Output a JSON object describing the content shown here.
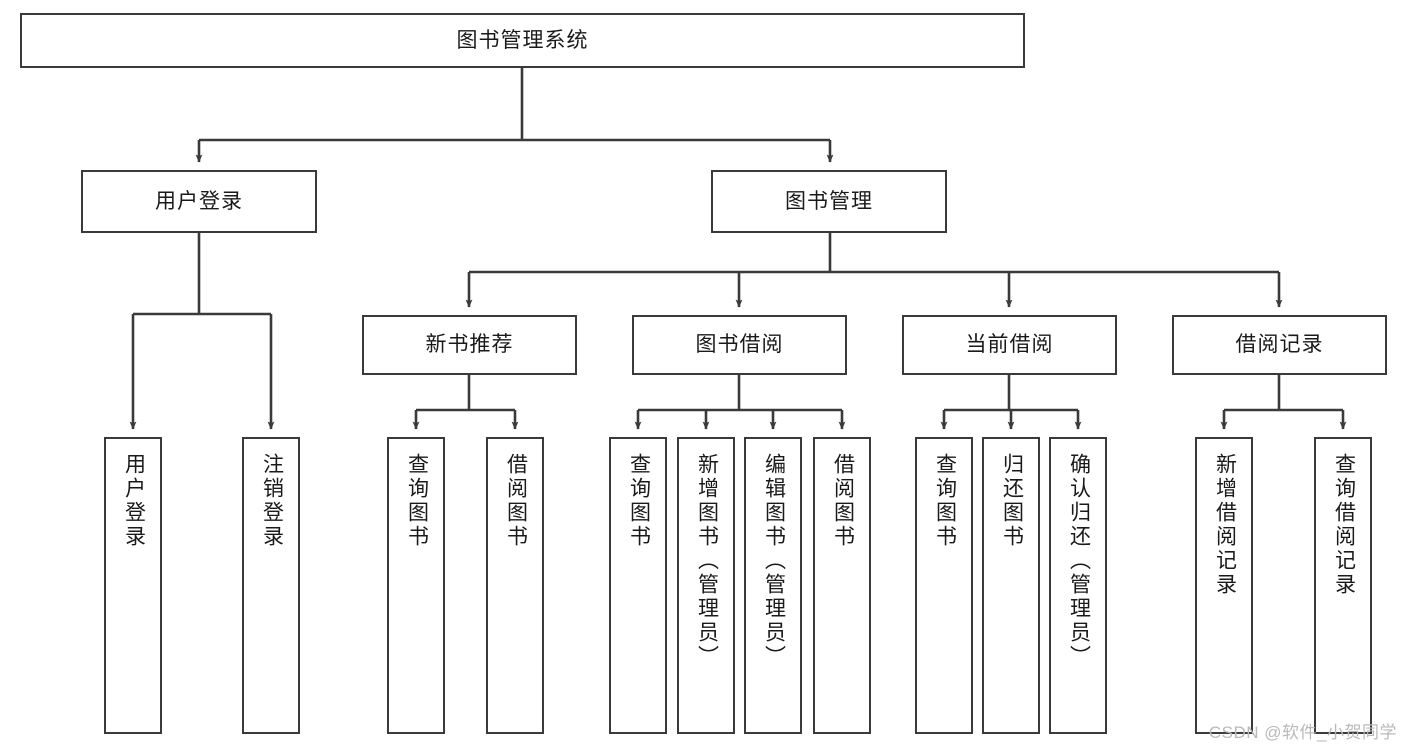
{
  "diagram": {
    "type": "tree-hierarchy",
    "title": "图书管理系统",
    "watermark": "CSDN @软件_小贺同学",
    "colors": {
      "box_border": "#3a3a3a",
      "box_fill": "#ffffff",
      "connector": "#3a3a3a",
      "text": "#1a1a1a",
      "watermark": "#b9b9b9",
      "background": "#ffffff"
    },
    "nodes": {
      "root": {
        "label": "图书管理系统"
      },
      "level2": [
        {
          "id": "user-login",
          "label": "用户登录"
        },
        {
          "id": "book-manage",
          "label": "图书管理"
        }
      ],
      "level3": [
        {
          "id": "new-book-recommend",
          "label": "新书推荐"
        },
        {
          "id": "book-borrow",
          "label": "图书借阅"
        },
        {
          "id": "current-borrow",
          "label": "当前借阅"
        },
        {
          "id": "borrow-record",
          "label": "借阅记录"
        }
      ],
      "leaves": {
        "user_login": [
          {
            "id": "leaf-user-login",
            "label": "用户登录"
          },
          {
            "id": "leaf-user-logout",
            "label": "注销登录"
          }
        ],
        "new_book_recommend": [
          {
            "id": "leaf-query-book-1",
            "label": "查询图书"
          },
          {
            "id": "leaf-borrow-book-1",
            "label": "借阅图书"
          }
        ],
        "book_borrow": [
          {
            "id": "leaf-query-book-2",
            "label": "查询图书"
          },
          {
            "id": "leaf-add-book",
            "label": "新增图书（管理员）"
          },
          {
            "id": "leaf-edit-book",
            "label": "编辑图书（管理员）"
          },
          {
            "id": "leaf-borrow-book-2",
            "label": "借阅图书"
          }
        ],
        "current_borrow": [
          {
            "id": "leaf-query-book-3",
            "label": "查询图书"
          },
          {
            "id": "leaf-return-book",
            "label": "归还图书"
          },
          {
            "id": "leaf-confirm-return",
            "label": "确认归还（管理员）"
          }
        ],
        "borrow_record": [
          {
            "id": "leaf-add-record",
            "label": "新增借阅记录"
          },
          {
            "id": "leaf-query-record",
            "label": "查询借阅记录"
          }
        ]
      }
    }
  }
}
